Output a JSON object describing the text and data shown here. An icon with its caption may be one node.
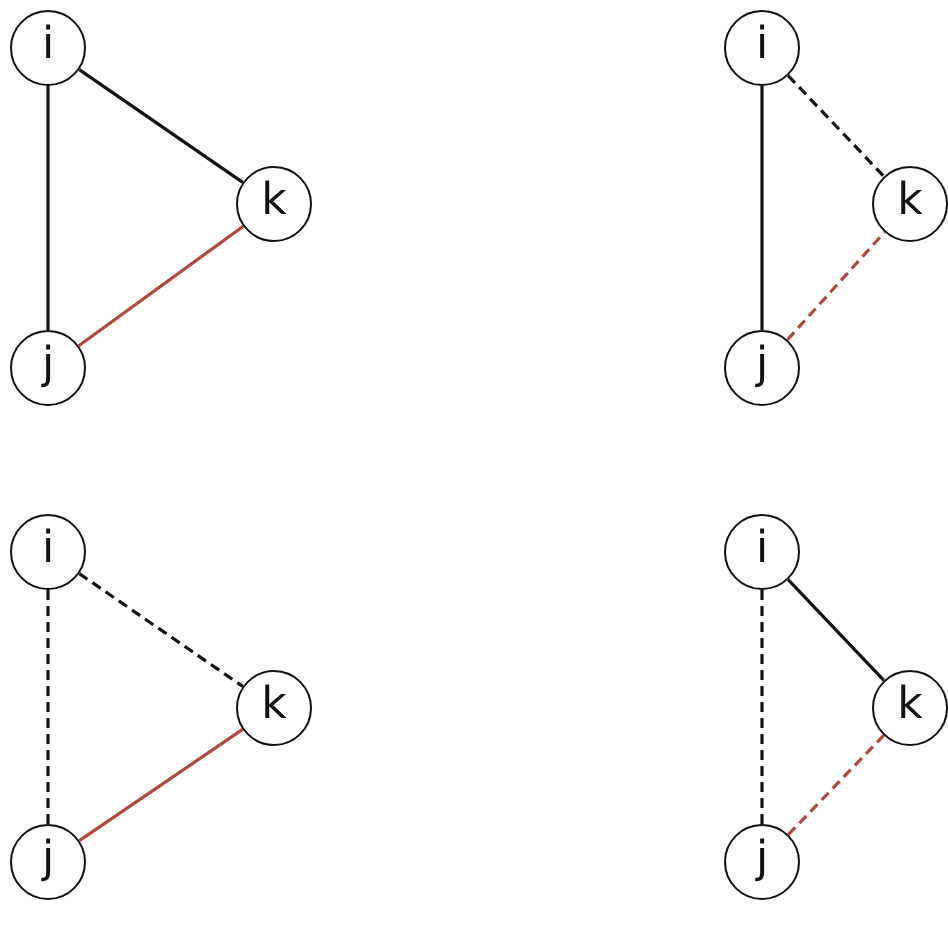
{
  "diagram": {
    "nodes": [
      {
        "text": [
          "i"
        ]
      },
      {
        "text": [
          "k"
        ]
      },
      {
        "text": [
          "j"
        ]
      },
      {
        "text": [
          "i"
        ]
      },
      {
        "text": [
          "k"
        ]
      },
      {
        "text": [
          "j"
        ]
      },
      {
        "text": [
          "i"
        ]
      },
      {
        "text": [
          "k"
        ]
      },
      {
        "text": [
          "j"
        ]
      },
      {
        "text": [
          "i"
        ]
      },
      {
        "text": [
          "k"
        ]
      },
      {
        "text": [
          "j"
        ]
      }
    ],
    "edges": [
      {
        "from": 0,
        "to": 1,
        "arrow": "none"
      },
      {
        "from": 0,
        "to": 2,
        "arrow": "none"
      },
      {
        "from": 2,
        "to": 1,
        "arrow": "none",
        "color": "#b5473a"
      },
      {
        "from": 3,
        "to": 4,
        "arrow": "none",
        "style": "dashed"
      },
      {
        "from": 3,
        "to": 5,
        "arrow": "none"
      },
      {
        "from": 5,
        "to": 4,
        "arrow": "none",
        "style": "dashed",
        "color": "#b5473a"
      },
      {
        "from": 6,
        "to": 7,
        "arrow": "none",
        "style": "dashed"
      },
      {
        "from": 6,
        "to": 8,
        "arrow": "none",
        "style": "dashed"
      },
      {
        "from": 8,
        "to": 7,
        "arrow": "none",
        "color": "#b5473a"
      },
      {
        "from": 9,
        "to": 10,
        "arrow": "none"
      },
      {
        "from": 9,
        "to": 11,
        "arrow": "none",
        "style": "dashed"
      },
      {
        "from": 11,
        "to": 10,
        "arrow": "none",
        "style": "dashed",
        "color": "#b5473a"
      }
    ]
  }
}
